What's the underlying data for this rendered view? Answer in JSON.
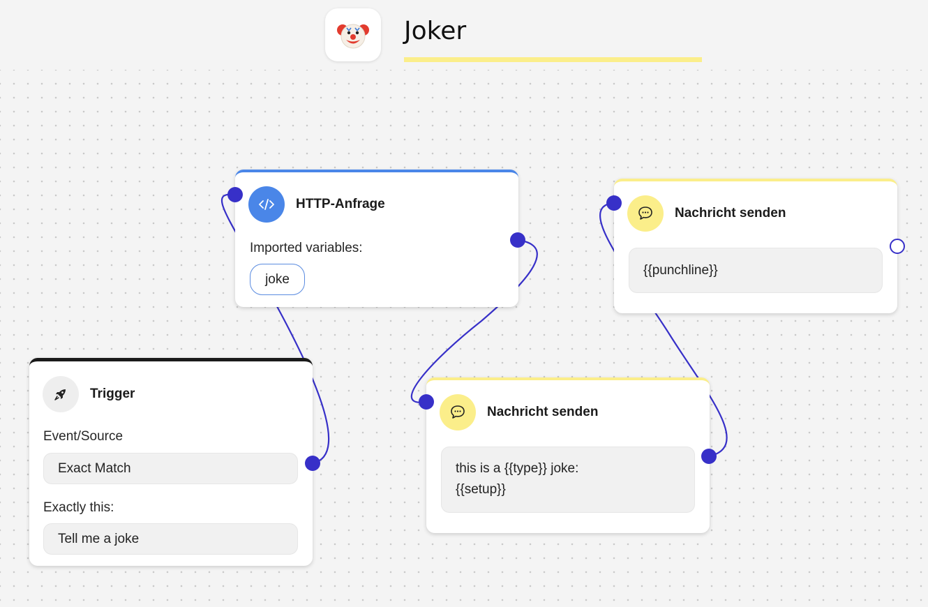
{
  "flow": {
    "title": "Joker",
    "emoji": "🤡"
  },
  "colors": {
    "accent_blue": "#4a86e8",
    "accent_yellow": "#fbee8a",
    "trigger_dark": "#1a1a1a",
    "port": "#3730c8"
  },
  "nodes": {
    "trigger": {
      "title": "Trigger",
      "icon": "rocket-icon",
      "event_label": "Event/Source",
      "event_value": "Exact Match",
      "exact_label": "Exactly this:",
      "exact_value": "Tell me a joke"
    },
    "http": {
      "title": "HTTP-Anfrage",
      "icon": "code-icon",
      "imported_label": "Imported variables:",
      "variables": [
        "joke"
      ]
    },
    "message_setup": {
      "title": "Nachricht senden",
      "icon": "chat-bubble-icon",
      "text": "this is a {{type}} joke:\n{{setup}}"
    },
    "message_punchline": {
      "title": "Nachricht senden",
      "icon": "chat-bubble-icon",
      "text": "{{punchline}}"
    }
  }
}
